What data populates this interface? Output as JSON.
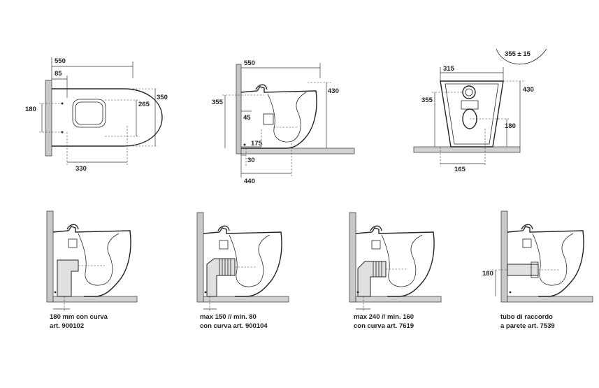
{
  "top_view": {
    "d550": "550",
    "d85": "85",
    "d350": "350",
    "d265": "265",
    "d180": "180",
    "d330": "330"
  },
  "side_view": {
    "d550": "550",
    "d430": "430",
    "d355": "355",
    "d45": "45",
    "d175": "175",
    "d30": "30",
    "d440": "440"
  },
  "rear_view": {
    "d355_15": "355 ± 15",
    "d315": "315",
    "d430": "430",
    "d355": "355",
    "d180": "180",
    "d165": "165"
  },
  "install_1": {
    "line1": "180 mm con curva",
    "line2": "art. 900102"
  },
  "install_2": {
    "line1": "max 150 // min. 80",
    "line2": "con curva art. 900104"
  },
  "install_3": {
    "line1": "max 240 // min. 160",
    "line2": "con curva art. 7619"
  },
  "install_4": {
    "d180": "180",
    "line1": "tubo di raccordo",
    "line2": "a parete art. 7539"
  }
}
